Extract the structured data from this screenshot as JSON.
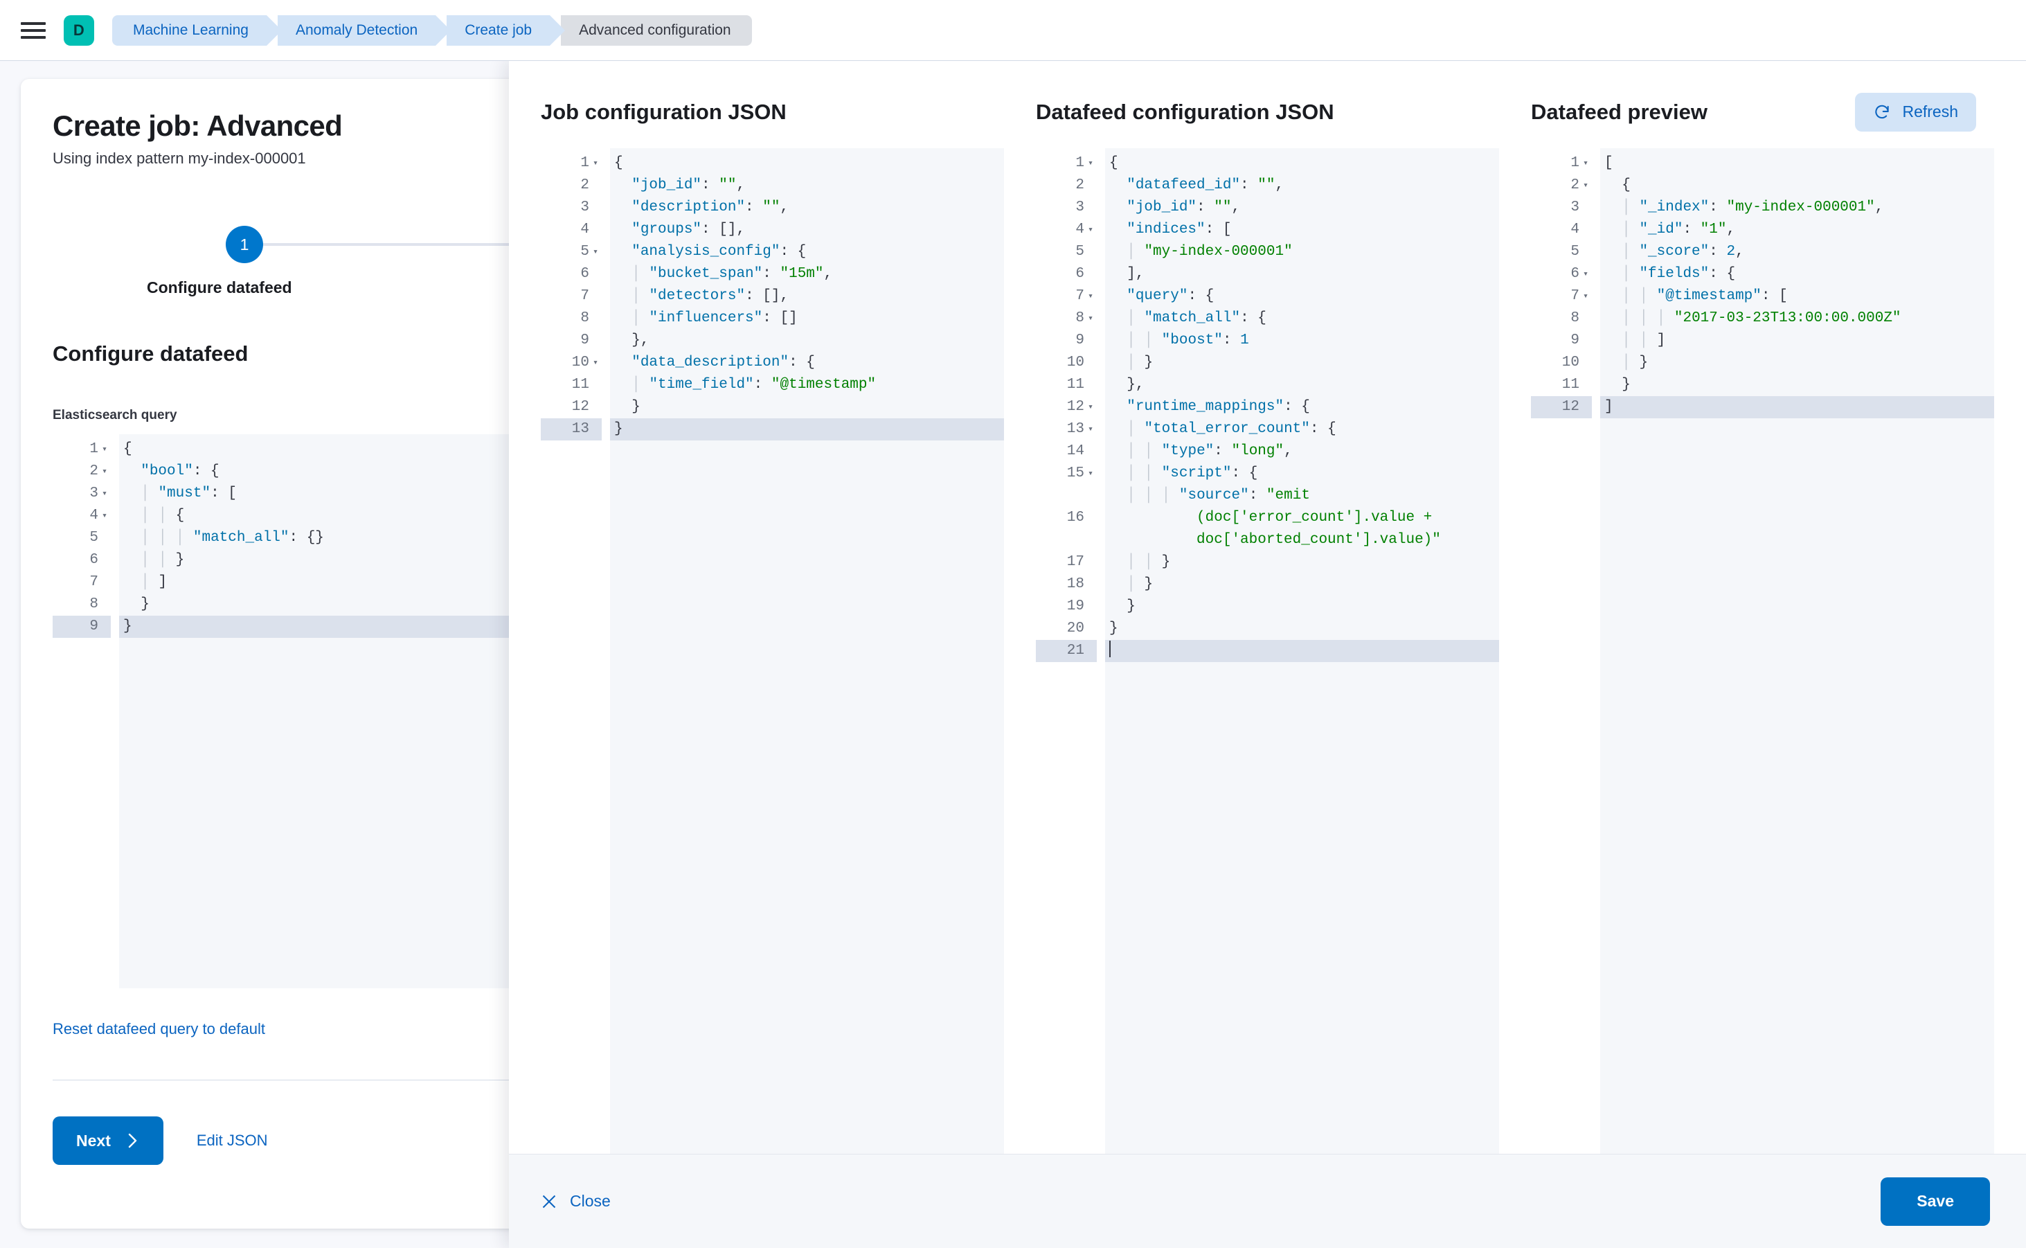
{
  "chrome": {
    "menu_icon": "hamburger-icon",
    "avatar_letter": "D",
    "breadcrumbs": [
      {
        "label": "Machine Learning",
        "active": false
      },
      {
        "label": "Anomaly Detection",
        "active": false
      },
      {
        "label": "Create job",
        "active": false
      },
      {
        "label": "Advanced configuration",
        "active": true
      }
    ]
  },
  "wizard": {
    "title": "Create job: Advanced",
    "subtitle": "Using index pattern my-index-000001",
    "step_number": "1",
    "step_label": "Configure datafeed",
    "section_title": "Configure datafeed",
    "query_field_label": "Elasticsearch query",
    "reset_link": "Reset datafeed query to default",
    "next_button": "Next",
    "next_chevron": "chevron-right-icon",
    "edit_json_link": "Edit JSON"
  },
  "flyout": {
    "columns": [
      {
        "title": "Job configuration JSON",
        "active_line": 13,
        "lines": [
          {
            "n": 1,
            "fold": true,
            "html": "<span class=\"p\">{</span>"
          },
          {
            "n": 2,
            "fold": false,
            "html": "  <span class=\"k\">\"job_id\"</span><span class=\"p\">: </span><span class=\"s\">\"\"</span><span class=\"p\">,</span>"
          },
          {
            "n": 3,
            "fold": false,
            "html": "  <span class=\"k\">\"description\"</span><span class=\"p\">: </span><span class=\"s\">\"\"</span><span class=\"p\">,</span>"
          },
          {
            "n": 4,
            "fold": false,
            "html": "  <span class=\"k\">\"groups\"</span><span class=\"p\">: []</span><span class=\"p\">,</span>"
          },
          {
            "n": 5,
            "fold": true,
            "html": "  <span class=\"k\">\"analysis_config\"</span><span class=\"p\">: {</span>"
          },
          {
            "n": 6,
            "fold": false,
            "html": "  <span class=\"ind\">│</span> <span class=\"k\">\"bucket_span\"</span><span class=\"p\">: </span><span class=\"s\">\"15m\"</span><span class=\"p\">,</span>"
          },
          {
            "n": 7,
            "fold": false,
            "html": "  <span class=\"ind\">│</span> <span class=\"k\">\"detectors\"</span><span class=\"p\">: [],</span>"
          },
          {
            "n": 8,
            "fold": false,
            "html": "  <span class=\"ind\">│</span> <span class=\"k\">\"influencers\"</span><span class=\"p\">: []</span>"
          },
          {
            "n": 9,
            "fold": false,
            "html": "  <span class=\"p\">},</span>"
          },
          {
            "n": 10,
            "fold": true,
            "html": "  <span class=\"k\">\"data_description\"</span><span class=\"p\">: {</span>"
          },
          {
            "n": 11,
            "fold": false,
            "html": "  <span class=\"ind\">│</span> <span class=\"k\">\"time_field\"</span><span class=\"p\">: </span><span class=\"s\">\"@timestamp\"</span>"
          },
          {
            "n": 12,
            "fold": false,
            "html": "  <span class=\"p\">}</span>"
          },
          {
            "n": 13,
            "fold": false,
            "html": "<span class=\"p\">}</span>"
          }
        ]
      },
      {
        "title": "Datafeed configuration JSON",
        "active_line": 21,
        "lines": [
          {
            "n": 1,
            "fold": true,
            "html": "<span class=\"p\">{</span>"
          },
          {
            "n": 2,
            "fold": false,
            "html": "  <span class=\"k\">\"datafeed_id\"</span><span class=\"p\">: </span><span class=\"s\">\"\"</span><span class=\"p\">,</span>"
          },
          {
            "n": 3,
            "fold": false,
            "html": "  <span class=\"k\">\"job_id\"</span><span class=\"p\">: </span><span class=\"s\">\"\"</span><span class=\"p\">,</span>"
          },
          {
            "n": 4,
            "fold": true,
            "html": "  <span class=\"k\">\"indices\"</span><span class=\"p\">: [</span>"
          },
          {
            "n": 5,
            "fold": false,
            "html": "  <span class=\"ind\">│</span> <span class=\"s\">\"my-index-000001\"</span>"
          },
          {
            "n": 6,
            "fold": false,
            "html": "  <span class=\"p\">],</span>"
          },
          {
            "n": 7,
            "fold": true,
            "html": "  <span class=\"k\">\"query\"</span><span class=\"p\">: {</span>"
          },
          {
            "n": 8,
            "fold": true,
            "html": "  <span class=\"ind\">│</span> <span class=\"k\">\"match_all\"</span><span class=\"p\">: {</span>"
          },
          {
            "n": 9,
            "fold": false,
            "html": "  <span class=\"ind\">│</span> <span class=\"ind\">│</span> <span class=\"k\">\"boost\"</span><span class=\"p\">: </span><span class=\"n\">1</span>"
          },
          {
            "n": 10,
            "fold": false,
            "html": "  <span class=\"ind\">│</span> <span class=\"p\">}</span>"
          },
          {
            "n": 11,
            "fold": false,
            "html": "  <span class=\"p\">},</span>"
          },
          {
            "n": 12,
            "fold": true,
            "html": "  <span class=\"k\">\"runtime_mappings\"</span><span class=\"p\">: {</span>"
          },
          {
            "n": 13,
            "fold": true,
            "html": "  <span class=\"ind\">│</span> <span class=\"k\">\"total_error_count\"</span><span class=\"p\">: {</span>"
          },
          {
            "n": 14,
            "fold": false,
            "html": "  <span class=\"ind\">│</span> <span class=\"ind\">│</span> <span class=\"k\">\"type\"</span><span class=\"p\">: </span><span class=\"s\">\"long\"</span><span class=\"p\">,</span>"
          },
          {
            "n": 15,
            "fold": true,
            "html": "  <span class=\"ind\">│</span> <span class=\"ind\">│</span> <span class=\"k\">\"script\"</span><span class=\"p\">: {</span>"
          },
          {
            "n": 16,
            "fold": false,
            "tall": 3,
            "html": "  <span class=\"ind\">│</span> <span class=\"ind\">│</span> <span class=\"ind\">│</span> <span class=\"k\">\"source\"</span><span class=\"p\">: </span><span class=\"s\">\"emit</span>\n          <span class=\"s\">(doc['error_count'].value +</span>\n          <span class=\"s\">doc['aborted_count'].value)\"</span>"
          },
          {
            "n": 17,
            "fold": false,
            "html": "  <span class=\"ind\">│</span> <span class=\"ind\">│</span> <span class=\"p\">}</span>"
          },
          {
            "n": 18,
            "fold": false,
            "html": "  <span class=\"ind\">│</span> <span class=\"p\">}</span>"
          },
          {
            "n": 19,
            "fold": false,
            "html": "  <span class=\"p\">}</span>"
          },
          {
            "n": 20,
            "fold": false,
            "html": "<span class=\"p\">}</span>"
          },
          {
            "n": 21,
            "fold": false,
            "html": "<span class=\"caret\"></span>"
          }
        ]
      },
      {
        "title": "Datafeed preview",
        "refresh_label": "Refresh",
        "refresh_icon": "refresh-icon",
        "active_line": 12,
        "lines": [
          {
            "n": 1,
            "fold": true,
            "html": "<span class=\"p\">[</span>"
          },
          {
            "n": 2,
            "fold": true,
            "html": "  <span class=\"p\">{</span>"
          },
          {
            "n": 3,
            "fold": false,
            "html": "  <span class=\"ind\">│</span> <span class=\"k\">\"_index\"</span><span class=\"p\">: </span><span class=\"s\">\"my-index-000001\"</span><span class=\"p\">,</span>"
          },
          {
            "n": 4,
            "fold": false,
            "html": "  <span class=\"ind\">│</span> <span class=\"k\">\"_id\"</span><span class=\"p\">: </span><span class=\"s\">\"1\"</span><span class=\"p\">,</span>"
          },
          {
            "n": 5,
            "fold": false,
            "html": "  <span class=\"ind\">│</span> <span class=\"k\">\"_score\"</span><span class=\"p\">: </span><span class=\"n\">2</span><span class=\"p\">,</span>"
          },
          {
            "n": 6,
            "fold": true,
            "html": "  <span class=\"ind\">│</span> <span class=\"k\">\"fields\"</span><span class=\"p\">: {</span>"
          },
          {
            "n": 7,
            "fold": true,
            "html": "  <span class=\"ind\">│</span> <span class=\"ind\">│</span> <span class=\"k\">\"@timestamp\"</span><span class=\"p\">: [</span>"
          },
          {
            "n": 8,
            "fold": false,
            "html": "  <span class=\"ind\">│</span> <span class=\"ind\">│</span> <span class=\"ind\">│</span> <span class=\"s\">\"2017-03-23T13:00:00.000Z\"</span>"
          },
          {
            "n": 9,
            "fold": false,
            "html": "  <span class=\"ind\">│</span> <span class=\"ind\">│</span> <span class=\"p\">]</span>"
          },
          {
            "n": 10,
            "fold": false,
            "html": "  <span class=\"ind\">│</span> <span class=\"p\">}</span>"
          },
          {
            "n": 11,
            "fold": false,
            "html": "  <span class=\"p\">}</span>"
          },
          {
            "n": 12,
            "fold": false,
            "html": "<span class=\"p\">]</span>"
          }
        ]
      }
    ],
    "footer": {
      "close_label": "Close",
      "close_icon": "close-icon",
      "save_label": "Save"
    }
  },
  "es_query_editor": {
    "active_line": 9,
    "lines": [
      {
        "n": 1,
        "fold": true,
        "html": "<span class=\"p\">{</span>"
      },
      {
        "n": 2,
        "fold": true,
        "html": "  <span class=\"k\">\"bool\"</span><span class=\"p\">: {</span>"
      },
      {
        "n": 3,
        "fold": true,
        "html": "  <span class=\"ind\">│</span> <span class=\"k\">\"must\"</span><span class=\"p\">: [</span>"
      },
      {
        "n": 4,
        "fold": true,
        "html": "  <span class=\"ind\">│</span> <span class=\"ind\">│</span> <span class=\"p\">{</span>"
      },
      {
        "n": 5,
        "fold": false,
        "html": "  <span class=\"ind\">│</span> <span class=\"ind\">│</span> <span class=\"ind\">│</span> <span class=\"k\">\"match_all\"</span><span class=\"p\">: {}</span>"
      },
      {
        "n": 6,
        "fold": false,
        "html": "  <span class=\"ind\">│</span> <span class=\"ind\">│</span> <span class=\"p\">}</span>"
      },
      {
        "n": 7,
        "fold": false,
        "html": "  <span class=\"ind\">│</span> <span class=\"p\">]</span>"
      },
      {
        "n": 8,
        "fold": false,
        "html": "  <span class=\"p\">}</span>"
      },
      {
        "n": 9,
        "fold": false,
        "html": "<span class=\"p\">}</span>"
      }
    ]
  },
  "colors": {
    "accent_blue": "#0071c2",
    "link_blue": "#0b64c0",
    "brand_teal": "#00bfb3",
    "breadcrumb_bg": "#d3e4f7",
    "breadcrumb_active_bg": "#dcdfe4",
    "editor_bg": "#f5f7fa",
    "active_line_bg": "#dbe1ec",
    "json_key": "#0070a8",
    "json_string": "#008000"
  }
}
